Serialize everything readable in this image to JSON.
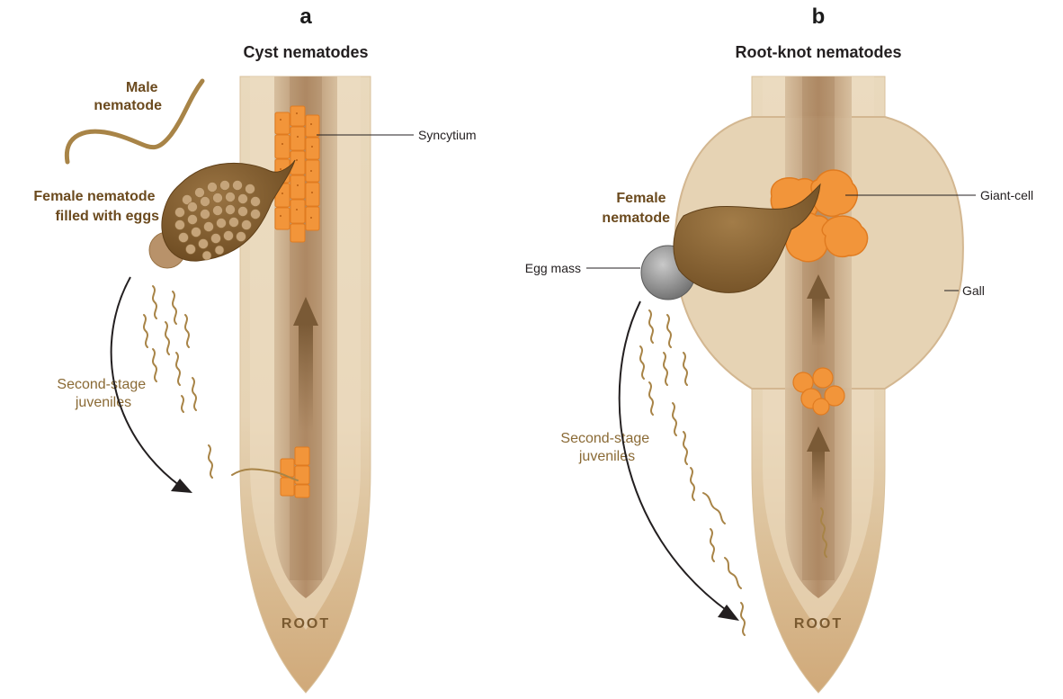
{
  "panel_a": {
    "letter": "a",
    "title": "Cyst nematodes",
    "male_label": [
      "Male",
      "nematode"
    ],
    "female_label": [
      "Female nematode",
      "filled with eggs"
    ],
    "juveniles_label": [
      "Second-stage",
      "juveniles"
    ],
    "syncytium_label": "Syncytium",
    "root_label": "ROOT"
  },
  "panel_b": {
    "letter": "b",
    "title": "Root-knot nematodes",
    "female_label": [
      "Female",
      "nematode"
    ],
    "egg_mass_label": "Egg mass",
    "giant_cell_label": "Giant-cell",
    "gall_label": "Gall",
    "juveniles_label": [
      "Second-stage",
      "juveniles"
    ],
    "root_label": "ROOT"
  },
  "colors": {
    "root_outer": "#e6d3b4",
    "root_tip": "#d2ae7c",
    "root_core": "#b99772",
    "cell_orange": "#f2953a",
    "nematode_brown": "#8b6331",
    "worm_tan": "#a88447"
  }
}
